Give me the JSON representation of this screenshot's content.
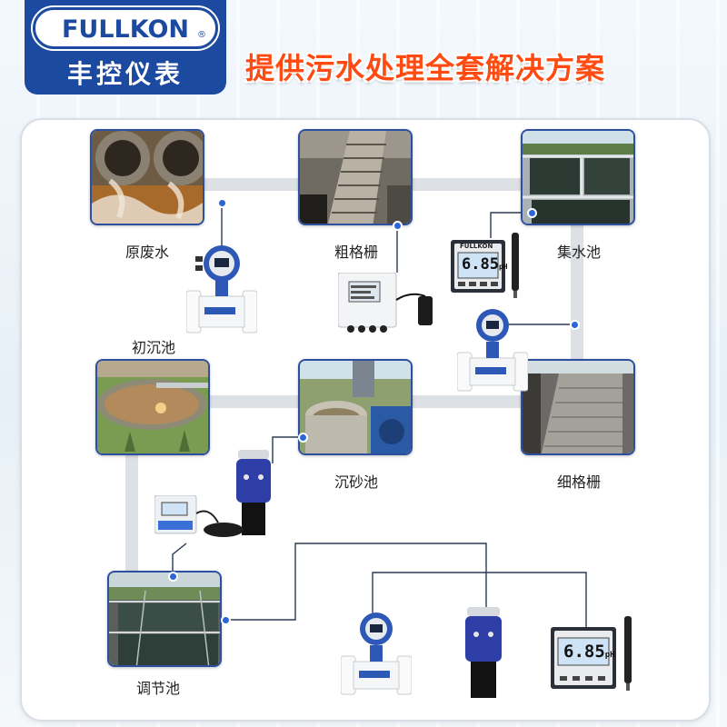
{
  "brand": {
    "name": "FULLKON",
    "registered": "®",
    "name_cn": "丰控仪表"
  },
  "headline": "提供污水处理全套解决方案",
  "stations": {
    "raw_water": "原废水",
    "coarse_screen": "粗格栅",
    "collection_pool": "集水池",
    "primary_settling": "初沉池",
    "grit_chamber": "沉砂池",
    "fine_screen": "细格栅",
    "regulating_pool": "调节池"
  },
  "ph_meter": {
    "brand": "FULLKON",
    "reading": "6.85",
    "unit": "pH"
  },
  "ph_meter_bottom": {
    "reading": "6.85",
    "unit": "pH"
  },
  "colors": {
    "brand_blue": "#1b4aa0",
    "headline_orange": "#ff4b12",
    "pipe_gray": "#d9dde2",
    "node_blue": "#2a66d8"
  }
}
